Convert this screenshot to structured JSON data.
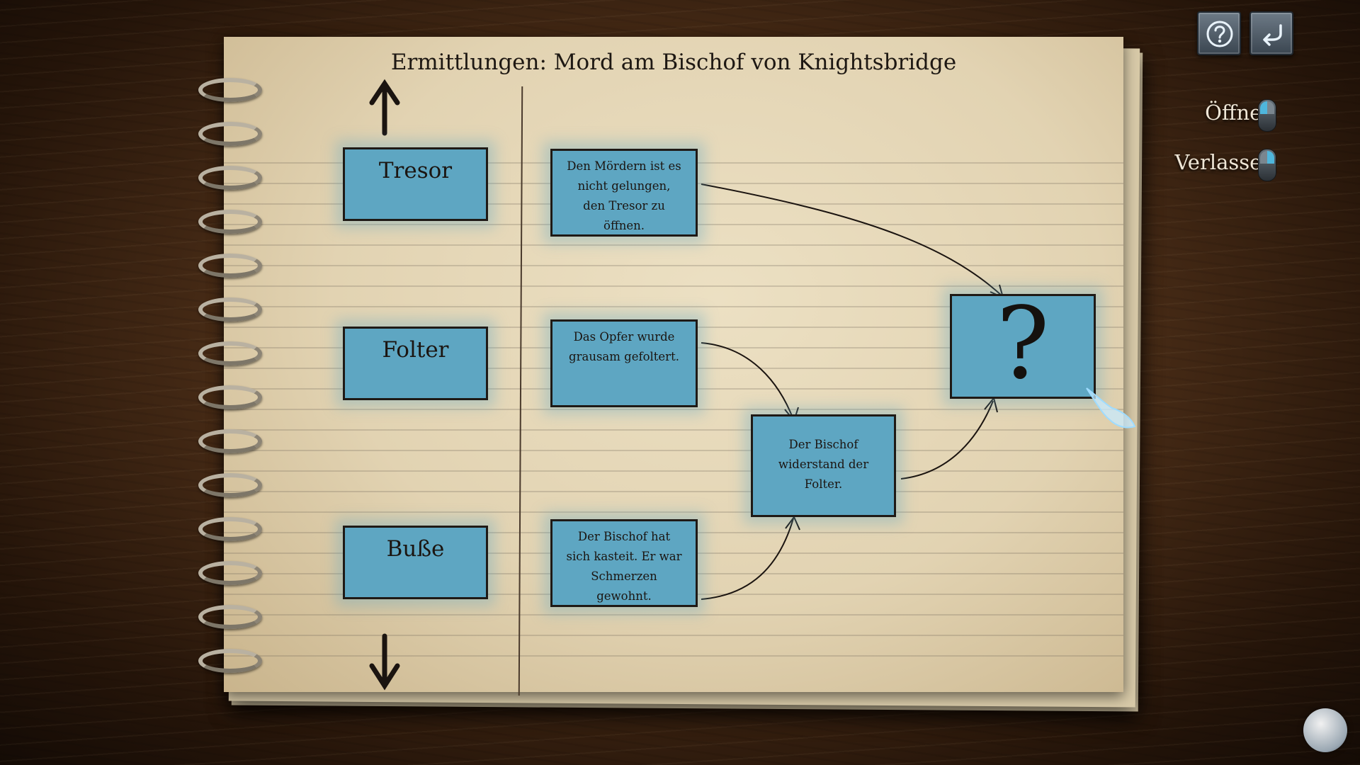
{
  "title": "Ermittlungen: Mord am Bischof von Knightsbridge",
  "categories": [
    {
      "label": "Tresor"
    },
    {
      "label": "Folter"
    },
    {
      "label": "Buße"
    }
  ],
  "facts": [
    {
      "text": "Den Mördern ist es nicht gelungen, den Tresor zu öffnen."
    },
    {
      "text": "Das Opfer wurde grausam gefoltert."
    },
    {
      "text": "Der Bischof hat sich kasteit. Er war Schmerzen gewohnt."
    }
  ],
  "conclusion": {
    "text": "Der Bischof widerstand der Folter."
  },
  "mystery": {
    "symbol": "?"
  },
  "hints": {
    "open_label": "Öffnen",
    "leave_label": "Verlassen"
  },
  "colors": {
    "card_blue": "#5ea6c2",
    "paper": "#e6d8b8",
    "ink": "#1f1a16"
  },
  "icons": {
    "help": "help-icon",
    "back": "back-icon",
    "mouse": "mouse-icon"
  }
}
